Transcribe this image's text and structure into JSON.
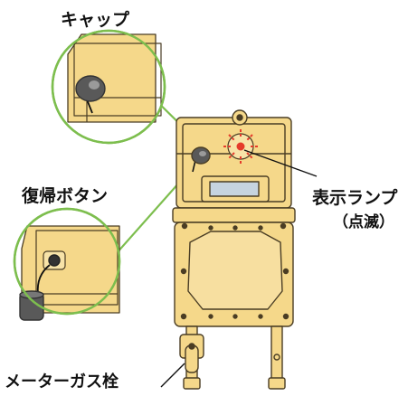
{
  "labels": {
    "cap": "キャップ",
    "reset_button": "復帰ボタン",
    "indicator_lamp": "表示ランプ",
    "blinking_note": "（点滅）",
    "meter_gas_valve": "メーターガス栓"
  },
  "colors": {
    "meter_body": "#F5D88A",
    "meter_outline": "#4A3D24",
    "callout_line": "#7DBE4E",
    "callout_circle": "#7DBE4E",
    "lamp_blink": "#E53B2B",
    "window_blue": "#C6D4E0",
    "button_gray": "#595959"
  },
  "icons": {
    "cap": "cap-icon",
    "reset_button": "reset-button-icon",
    "lamp": "blinking-lamp-icon",
    "valve": "valve-icon"
  }
}
